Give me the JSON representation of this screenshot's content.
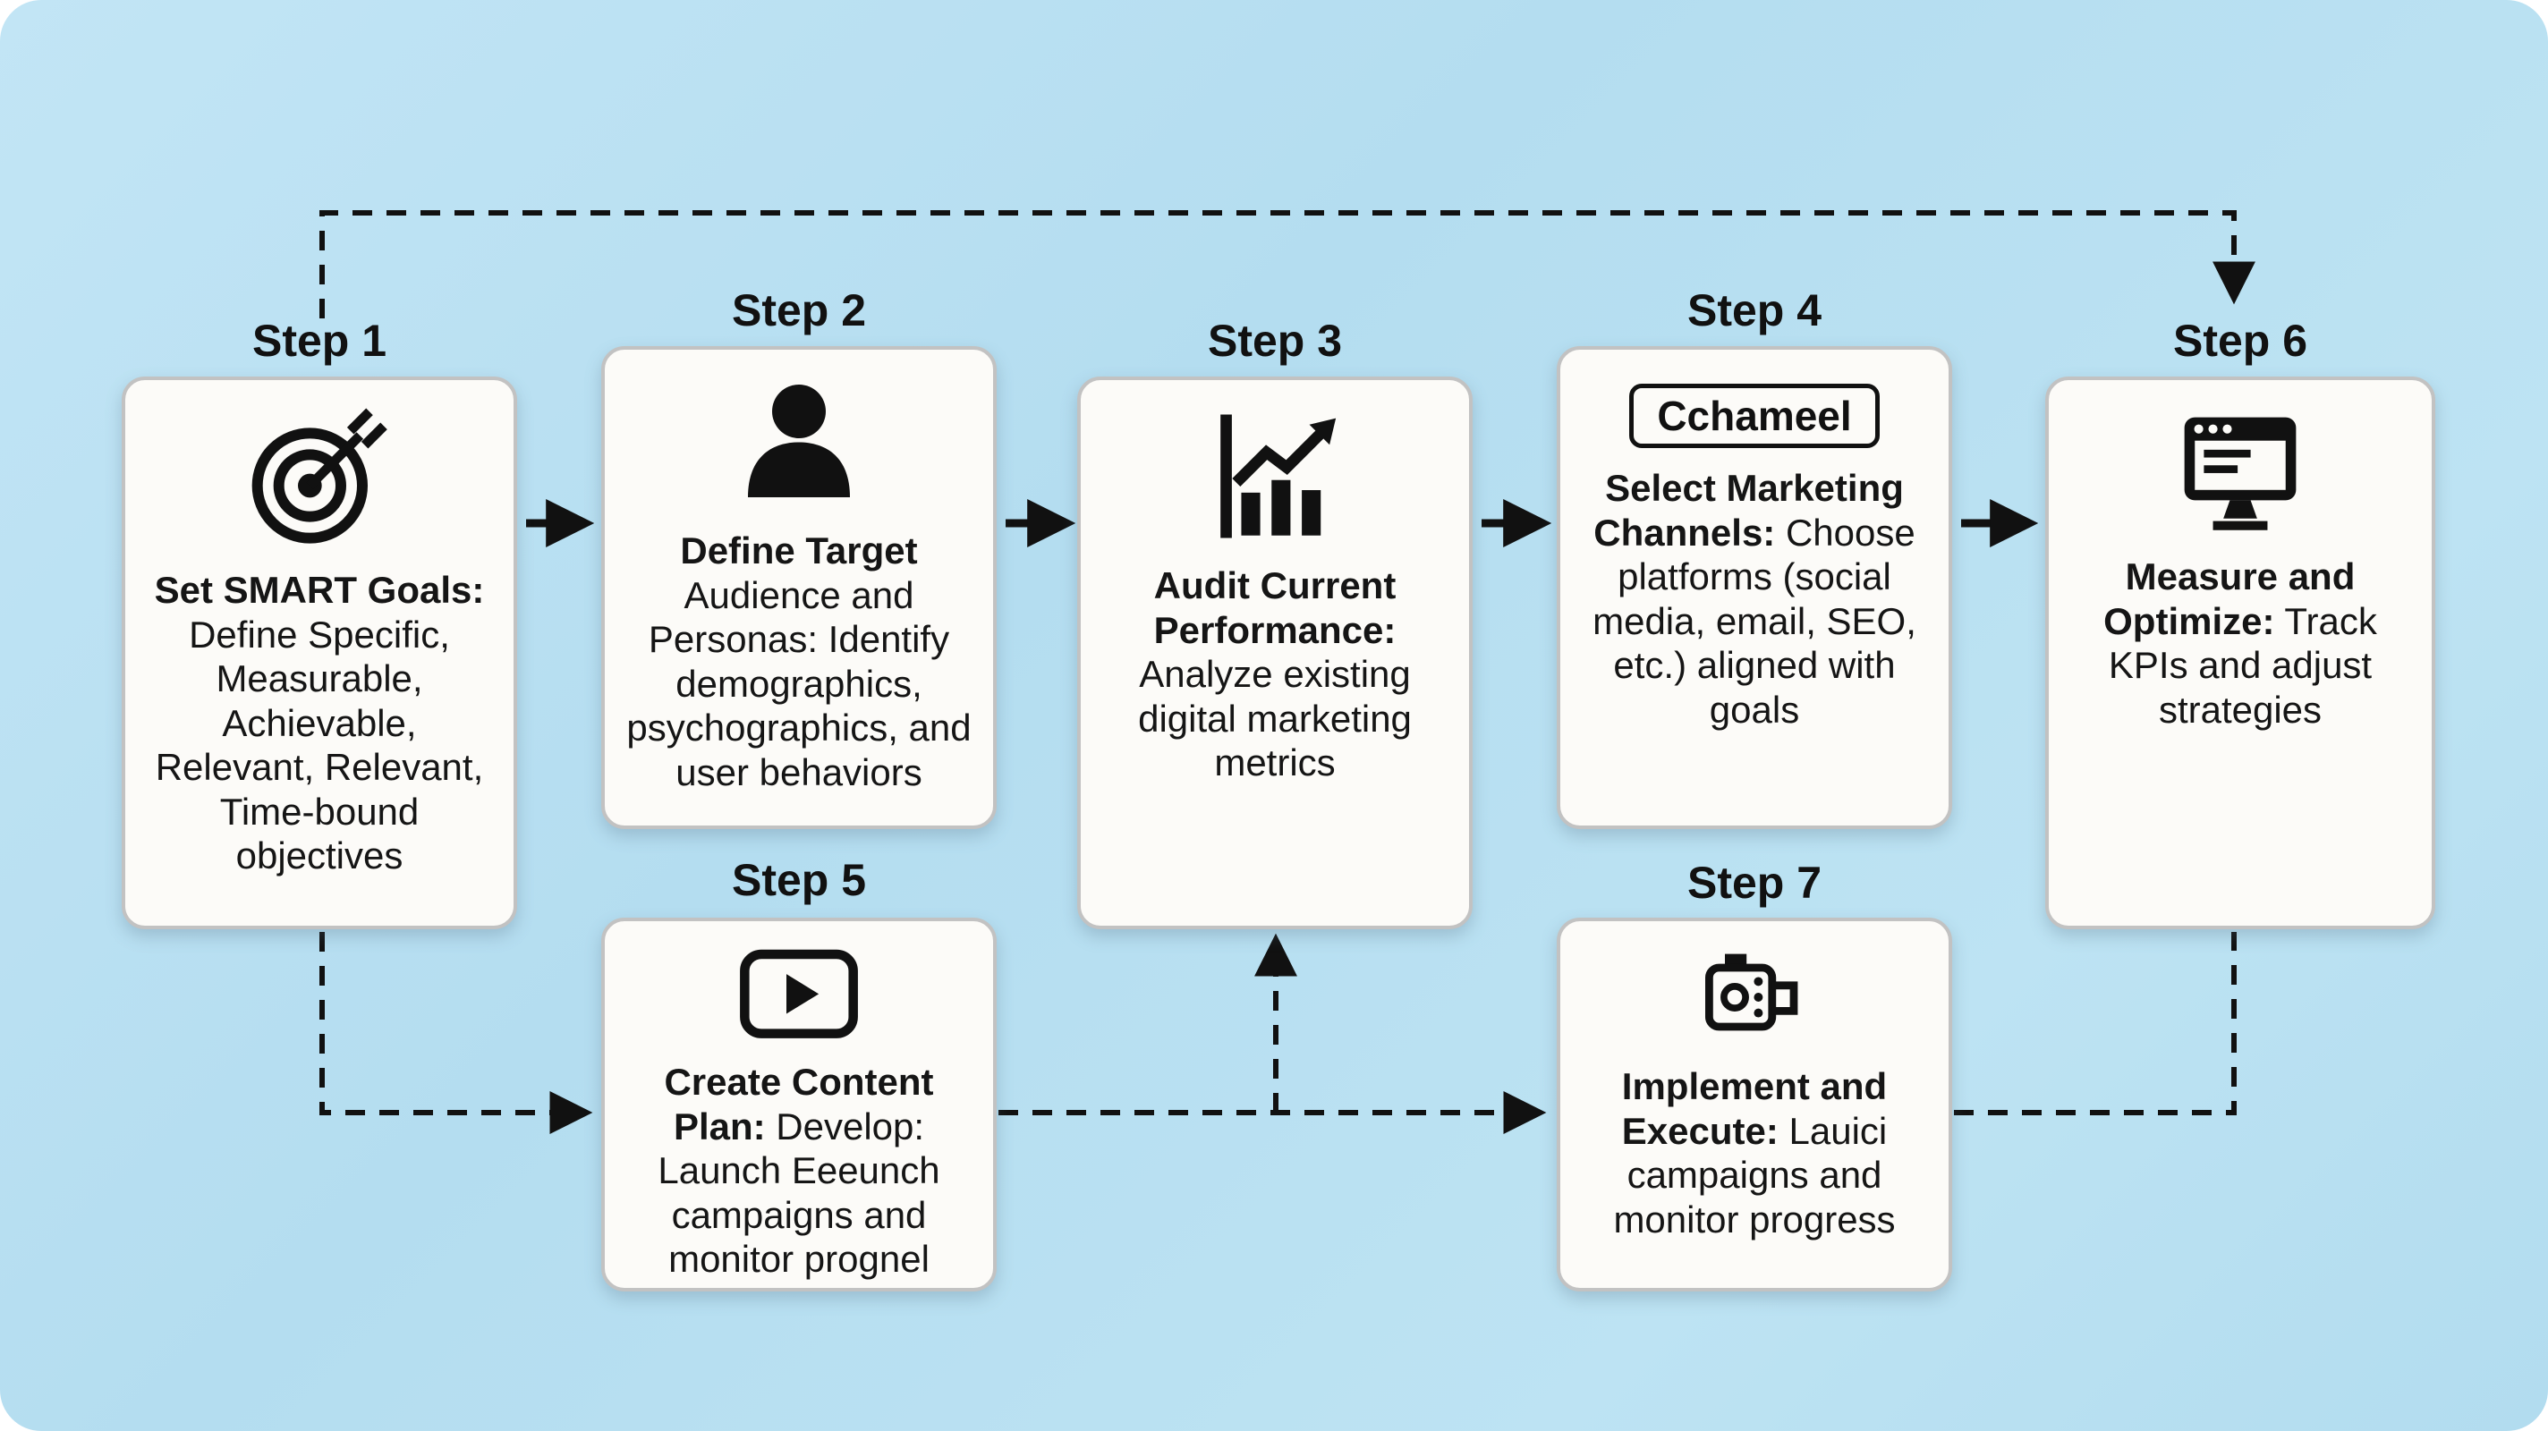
{
  "colors": {
    "background": "#b7e0f2",
    "card_background": "#fbfaf7",
    "card_border": "#c2c2c2",
    "ink": "#111111",
    "arrow": "#111111"
  },
  "steps": {
    "step1": {
      "label": "Step 1",
      "icon": "target-icon",
      "title": "Set SMART Goals:",
      "body": "Define Specific, Measurable, Achievable, Relevant, Relevant, Time-bound objectives"
    },
    "step2": {
      "label": "Step 2",
      "icon": "person-icon",
      "title": "Define Target",
      "body": "Audience and Personas: Identify demographics, psychographics, and user behaviors"
    },
    "step3": {
      "label": "Step 3",
      "icon": "bar-chart-growth-icon",
      "title": "Audit Current Performance:",
      "body": "Analyze existing digital marketing metrics"
    },
    "step4": {
      "label": "Step 4",
      "icon": "channel-logo",
      "logo_text": "Cchameel",
      "title": "Select Marketing Channels:",
      "body": "Choose platforms (social media, email, SEO, etc.) aligned with goals"
    },
    "step5": {
      "label": "Step 5",
      "icon": "play-button-icon",
      "title": "Create Content Plan:",
      "body": "Develop: Launch Eeeunch campaigns and monitor prognel"
    },
    "step6": {
      "label": "Step 6",
      "icon": "monitor-icon",
      "title": "Measure and Optimize:",
      "body": "Track KPIs and adjust strategies"
    },
    "step7": {
      "label": "Step 7",
      "icon": "video-camera-icon",
      "title": "Implement and Execute:",
      "body": "Lauici campaigns and monitor progress"
    }
  }
}
